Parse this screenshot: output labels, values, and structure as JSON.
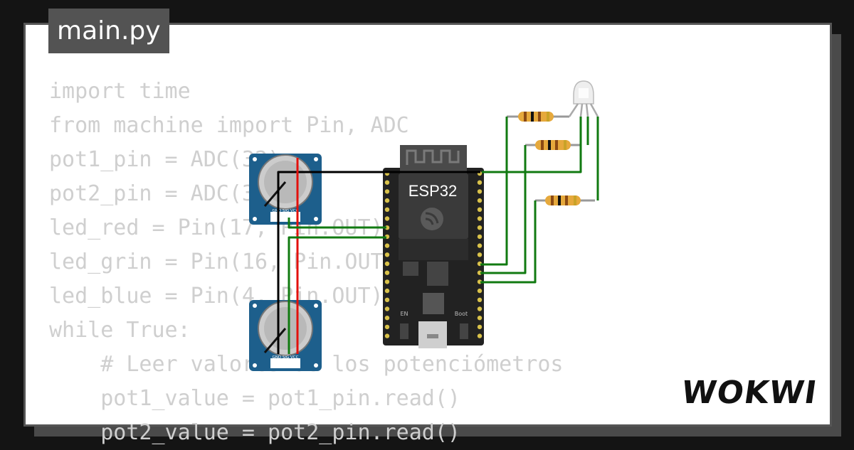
{
  "editor": {
    "filename": "main.py",
    "code_lines": [
      "import time",
      "from machine import Pin, ADC",
      "pot1_pin = ADC(32)",
      "pot2_pin = ADC(33)",
      "led_red = Pin(17, Pin.OUT)",
      "led_grin = Pin(16, Pin.OUT)",
      "led_blue = Pin(4, Pin.OUT)",
      "while True:",
      "    # Leer valores de los potenciómetros",
      "    pot1_value = pot1_pin.read()",
      "    pot2_value = pot2_pin.read()"
    ]
  },
  "board": {
    "label": "ESP32",
    "en_label": "EN",
    "boot_label": "Boot"
  },
  "potentiometer": {
    "pin_labels": "GND SIG VCC"
  },
  "brand": {
    "logo": "WOKWI"
  },
  "colors": {
    "wire_green": "#117a11",
    "wire_red": "#e3100c",
    "wire_black": "#000000",
    "pot_body": "#1d5f8c",
    "board": "#222222"
  }
}
